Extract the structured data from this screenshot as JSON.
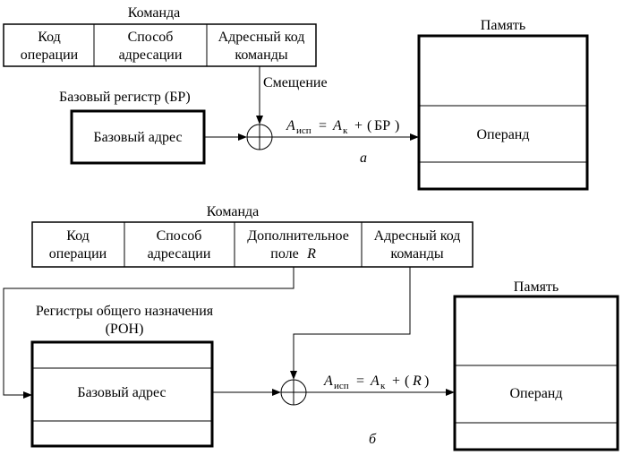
{
  "diagram_a": {
    "command_title": "Команда",
    "fields": [
      {
        "line1": "Код",
        "line2": "операции"
      },
      {
        "line1": "Способ",
        "line2": "адресации"
      },
      {
        "line1": "Адресный код",
        "line2": "команды"
      }
    ],
    "offset_label": "Смещение",
    "base_register_title": "Базовый регистр (БР)",
    "base_address": "Базовый адрес",
    "formula": {
      "A": "A",
      "isp": "исп",
      "eq": "=",
      "k": "к",
      "plus": "+",
      "paren_open": "(",
      "term": "БР",
      "paren_close": ")"
    },
    "memory_title": "Память",
    "operand": "Операнд",
    "caption": "а"
  },
  "diagram_b": {
    "command_title": "Команда",
    "fields": [
      {
        "line1": "Код",
        "line2": "операции"
      },
      {
        "line1": "Способ",
        "line2": "адресации"
      },
      {
        "line1": "Дополнительное",
        "line2": "поле",
        "line2_var": "R"
      },
      {
        "line1": "Адресный код",
        "line2": "команды"
      }
    ],
    "registers_title_line1": "Регистры общего назначения",
    "registers_title_line2": "(РОН)",
    "base_address": "Базовый адрес",
    "formula": {
      "A": "A",
      "isp": "исп",
      "eq": "=",
      "k": "к",
      "plus": "+",
      "paren_open": "(",
      "term": "R",
      "paren_close": ")"
    },
    "memory_title": "Память",
    "operand": "Операнд",
    "caption": "б"
  }
}
